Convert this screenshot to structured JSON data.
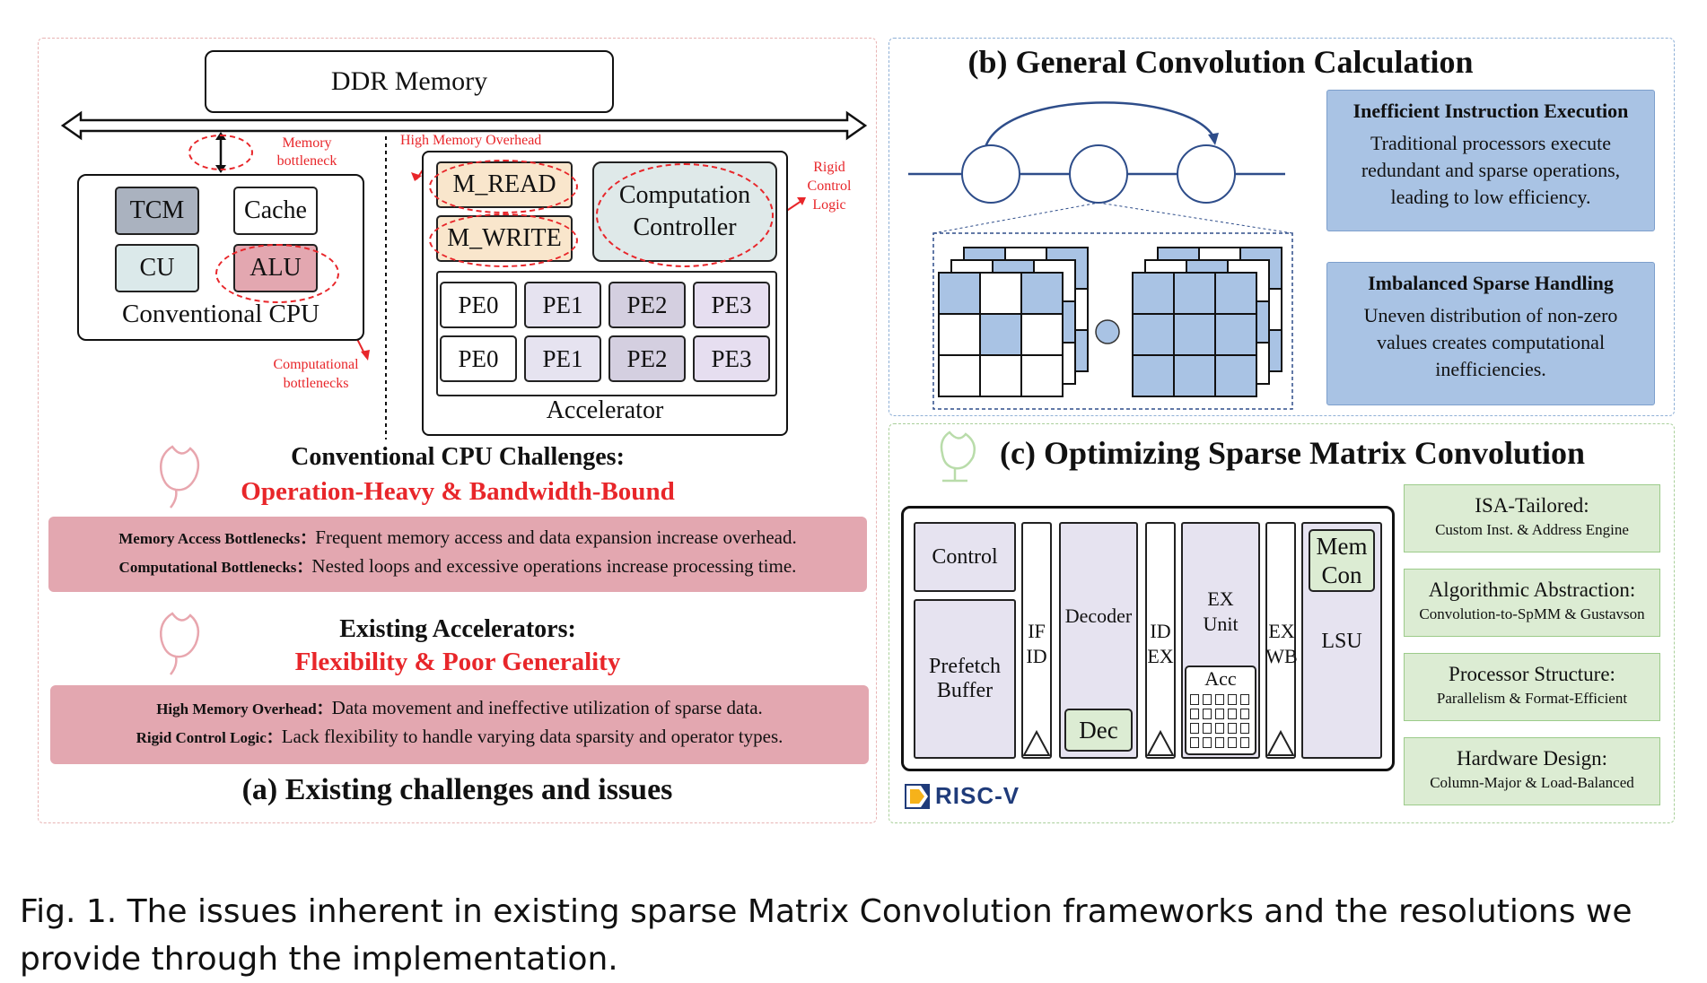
{
  "panel_a": {
    "ddr_memory": "DDR Memory",
    "memory_bottleneck": "Memory\nbottleneck",
    "cpu": {
      "tcm": "TCM",
      "cache": "Cache",
      "cu": "CU",
      "alu": "ALU",
      "label": "Conventional CPU"
    },
    "computational_bottlenecks": "Computational\nbottlenecks",
    "high_memory_overhead": "High Memory Overhead",
    "rigid_control_logic": "Rigid\nControl\nLogic",
    "accelerator": {
      "m_read": "M_READ",
      "m_write": "M_WRITE",
      "controller": "Computation\nController",
      "pe_row1": [
        "PE0",
        "PE1",
        "PE2",
        "PE3"
      ],
      "pe_row2": [
        "PE0",
        "PE1",
        "PE2",
        "PE3"
      ],
      "label": "Accelerator"
    },
    "cpu_challenges_title": "Conventional CPU Challenges:",
    "cpu_challenges_subtitle": "Operation-Heavy & Bandwidth-Bound",
    "cpu_issues": [
      {
        "key": "Memory Access Bottlenecks：",
        "text": "Frequent memory access and data expansion increase overhead."
      },
      {
        "key": "Computational Bottlenecks：",
        "text": "Nested loops and excessive operations increase processing time."
      }
    ],
    "accel_title": "Existing Accelerators:",
    "accel_subtitle": "Flexibility & Poor Generality",
    "accel_issues": [
      {
        "key": "High Memory Overhead：",
        "text": "Data movement and ineffective utilization of sparse data."
      },
      {
        "key": "Rigid Control Logic：",
        "text": "Lack flexibility to handle varying data sparsity and operator types."
      }
    ],
    "caption": "(a) Existing challenges and issues"
  },
  "panel_b": {
    "title": "(b) General Convolution Calculation",
    "cards": [
      {
        "title": "Inefficient Instruction Execution",
        "text": "Traditional processors execute redundant and sparse operations, leading to low efficiency."
      },
      {
        "title": "Imbalanced Sparse Handling",
        "text": "Uneven distribution of non-zero values creates computational inefficiencies."
      }
    ]
  },
  "panel_c": {
    "title": "(c) Optimizing Sparse Matrix Convolution",
    "pipeline": {
      "control": "Control",
      "prefetch": "Prefetch\nBuffer",
      "if_id": "IF\nID",
      "decoder": "Decoder",
      "dec": "Dec",
      "id_ex": "ID\nEX",
      "ex_unit": "EX\nUnit",
      "acc": "Acc",
      "ex_wb": "EX\nWB",
      "mem_con": "Mem\nCon",
      "lsu": "LSU"
    },
    "riscv_logo": "RISC-V",
    "features": [
      {
        "title": "ISA-Tailored:",
        "text": "Custom Inst. & Address Engine"
      },
      {
        "title": "Algorithmic Abstraction:",
        "text": "Convolution-to-SpMM & Gustavson"
      },
      {
        "title": "Processor Structure:",
        "text": "Parallelism & Format-Efficient"
      },
      {
        "title": "Hardware Design:",
        "text": "Column-Major & Load-Balanced"
      }
    ]
  },
  "figure_caption": "Fig. 1.  The issues inherent in existing sparse Matrix Convolution frameworks and the resolutions we provide through the implementation.",
  "colors": {
    "red_accent": "#e8262a",
    "pink_issue_bg": "#e3a7b0",
    "blue_card_bg": "#a9c3e4",
    "green_card_bg": "#dcecd3",
    "grid_blue": "#a9c3e4"
  }
}
